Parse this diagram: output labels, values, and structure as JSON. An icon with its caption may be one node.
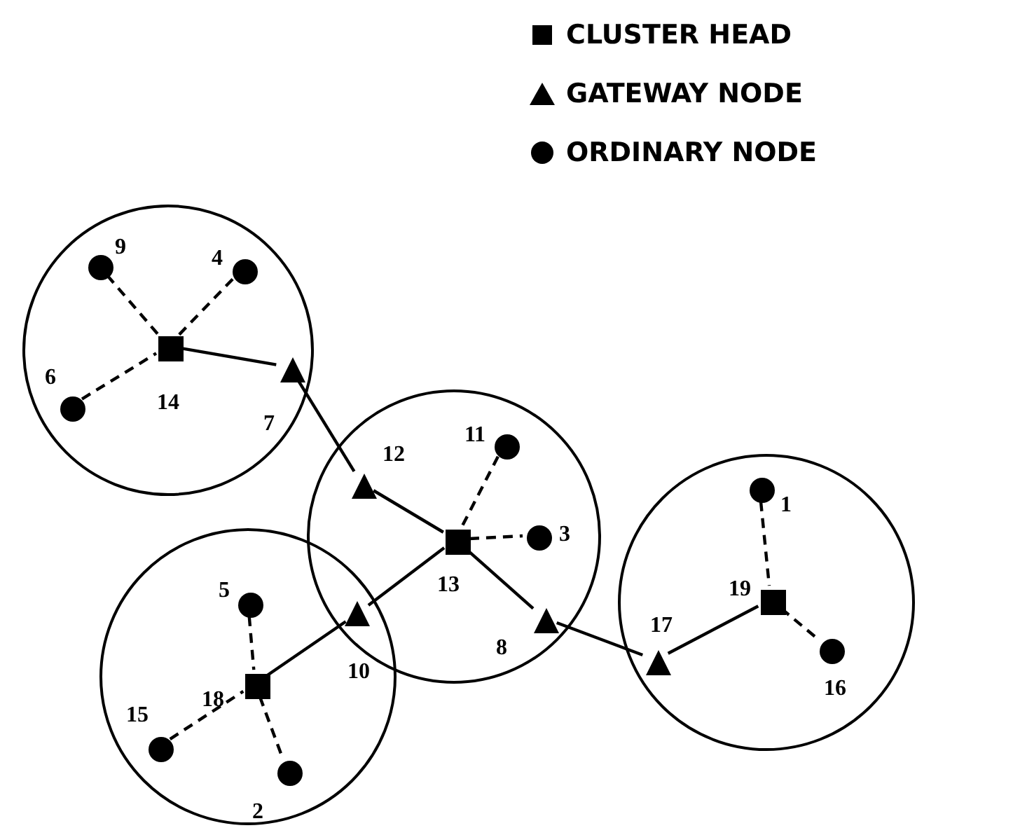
{
  "diagram": {
    "nodes": [
      {
        "text": [],
        "shape": "circle"
      },
      {
        "text": [],
        "shape": "circle",
        "beside": [
          "9"
        ],
        "in": 0
      },
      {
        "text": [],
        "shape": "circle",
        "beside": [
          "4"
        ],
        "in": 0
      },
      {
        "text": [],
        "shape": "box",
        "beside": [
          "14"
        ],
        "in": 0
      },
      {
        "text": [],
        "shape": "circle",
        "beside": [
          "6"
        ],
        "in": 0
      },
      {
        "text": [],
        "shape": "triangle",
        "beside": [
          "7"
        ],
        "in": 0
      },
      {
        "text": [],
        "shape": "circle"
      },
      {
        "text": [],
        "shape": "triangle",
        "beside": [
          "12"
        ],
        "in": 6
      },
      {
        "text": [],
        "shape": "circle",
        "beside": [
          "11"
        ],
        "in": 6
      },
      {
        "text": [],
        "shape": "box",
        "beside": [
          "13"
        ],
        "in": 6
      },
      {
        "text": [],
        "shape": "circle",
        "beside": [
          "3"
        ],
        "in": 6
      },
      {
        "text": [],
        "shape": "triangle",
        "beside": [
          "8"
        ],
        "in": 6
      },
      {
        "text": [],
        "shape": "triangle",
        "beside": [
          "10"
        ]
      },
      {
        "text": [],
        "shape": "circle"
      },
      {
        "text": [],
        "shape": "circle",
        "beside": [
          "1"
        ],
        "in": 13
      },
      {
        "text": [],
        "shape": "box",
        "beside": [
          "19"
        ],
        "in": 13
      },
      {
        "text": [],
        "shape": "triangle",
        "beside": [
          "17"
        ],
        "in": 13
      },
      {
        "text": [],
        "shape": "circle",
        "beside": [
          "16"
        ],
        "in": 13
      },
      {
        "text": [],
        "shape": "circle"
      },
      {
        "text": [],
        "shape": "circle",
        "beside": [
          "5"
        ],
        "in": 18
      },
      {
        "text": [],
        "shape": "box",
        "beside": [
          "18"
        ],
        "in": 18
      },
      {
        "text": [],
        "shape": "circle",
        "beside": [
          "15"
        ],
        "in": 18
      },
      {
        "text": [],
        "shape": "circle",
        "beside": [
          "2"
        ],
        "in": 18
      }
    ],
    "edges": [
      {
        "from": 1,
        "to": 3,
        "arrow": "none",
        "style": "dashed"
      },
      {
        "from": 2,
        "to": 3,
        "arrow": "none",
        "style": "dashed"
      },
      {
        "from": 4,
        "to": 3,
        "arrow": "none",
        "style": "dashed"
      },
      {
        "from": 3,
        "to": 5,
        "arrow": "none"
      },
      {
        "from": 5,
        "to": 7,
        "arrow": "none"
      },
      {
        "from": 7,
        "to": 9,
        "arrow": "none"
      },
      {
        "from": 8,
        "to": 9,
        "arrow": "none",
        "style": "dashed"
      },
      {
        "from": 9,
        "to": 10,
        "arrow": "none",
        "style": "dashed"
      },
      {
        "from": 9,
        "to": 12,
        "arrow": "none"
      },
      {
        "from": 9,
        "to": 11,
        "arrow": "none"
      },
      {
        "from": 11,
        "to": 16,
        "arrow": "none"
      },
      {
        "from": 16,
        "to": 15,
        "arrow": "none"
      },
      {
        "from": 14,
        "to": 15,
        "arrow": "none",
        "style": "dashed"
      },
      {
        "from": 15,
        "to": 17,
        "arrow": "none",
        "style": "dashed"
      },
      {
        "from": 12,
        "to": 20,
        "arrow": "none"
      },
      {
        "from": 19,
        "to": 20,
        "arrow": "none",
        "style": "dashed"
      },
      {
        "from": 21,
        "to": 20,
        "arrow": "none",
        "style": "dashed"
      },
      {
        "from": 20,
        "to": 22,
        "arrow": "none",
        "style": "dashed"
      }
    ],
    "legend": [
      {
        "text": "CLUSTER HEAD"
      },
      {
        "text": "GATEWAY NODE"
      },
      {
        "text": "ORDINARY NODE"
      }
    ]
  }
}
